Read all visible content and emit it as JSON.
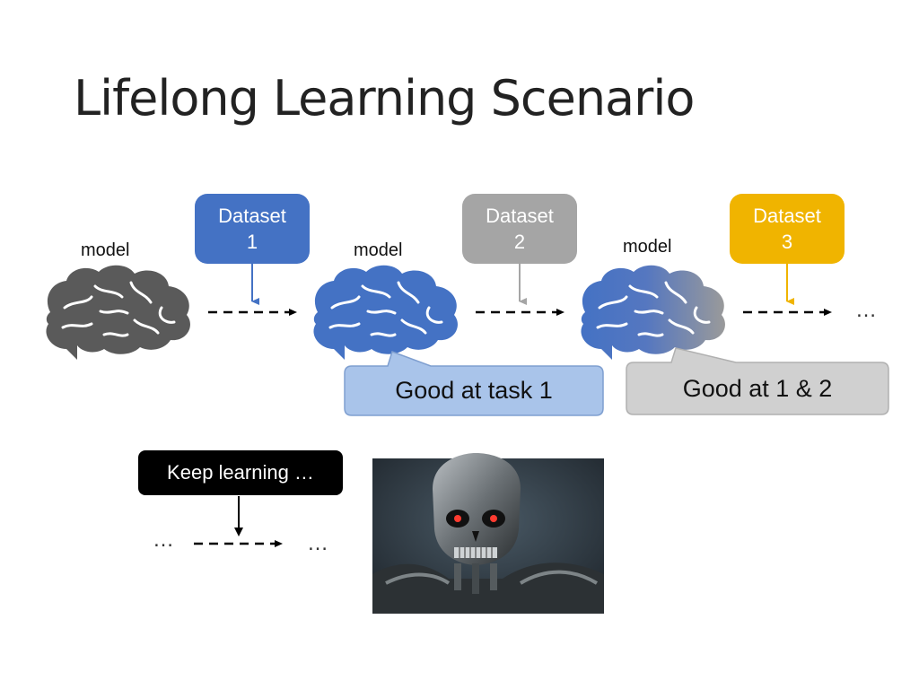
{
  "slide": {
    "title": "Lifelong Learning Scenario"
  },
  "labels": {
    "model_1": "model",
    "model_2": "model",
    "model_3": "model"
  },
  "datasets": [
    {
      "label": "Dataset\n1",
      "color": "#4472c4"
    },
    {
      "label": "Dataset\n2",
      "color": "#a5a5a5"
    },
    {
      "label": "Dataset\n3",
      "color": "#f0b400"
    }
  ],
  "callouts": {
    "task1": "Good at task 1",
    "task12": "Good at 1 & 2"
  },
  "keep": {
    "label": "Keep learning …"
  },
  "ellipsis": {
    "row1_end": "…",
    "row2_start": "…",
    "row2_end": "…"
  },
  "colors": {
    "brain_gray": "#5a5a5a",
    "brain_blue": "#4472c4",
    "callout_blue_fill": "#a9c4ea",
    "callout_gray_fill": "#d0d0d0"
  },
  "icons": {
    "brain": "brain-icon",
    "robot": "terminator-robot-image"
  }
}
